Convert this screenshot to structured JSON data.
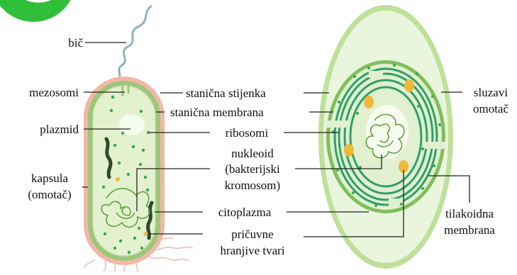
{
  "colors": {
    "logo_green": "#2fbf3a",
    "capsule_pink": "#f1b7a6",
    "cell_wall_green": "#9cc77a",
    "cytoplasm": "#e3f1cf",
    "ribosome": "#3aa84a",
    "nucleoid": "#5a9e3a",
    "plasmid": "#f5fbef",
    "storage_granule": "#f2b63a",
    "flagellum": "#8fb3c7",
    "thylakoid": "#2fa06a",
    "sheath": "#bfe09a",
    "leader_line": "#222222"
  },
  "icons": {
    "logo": "green-ring-logo"
  },
  "labels": {
    "bic": "bič",
    "mezosomi": "mezosomi",
    "plazmid": "plazmid",
    "kapsula": [
      "kapsula",
      "(omotač)"
    ],
    "stanicna_stijenka": "stanična stijenka",
    "stanicna_membrana": "stanična membrana",
    "ribosomi": "ribosomi",
    "nukleoid": [
      "nukleoid",
      "(bakterijski",
      "kromosom)"
    ],
    "citoplazma": "citoplazma",
    "pricuvne": [
      "pričuvne",
      "hranjive tvari"
    ],
    "sluzavi": [
      "sluzavi",
      "omotač"
    ],
    "tilakoidna": [
      "tilakoidna",
      "membrana"
    ]
  }
}
